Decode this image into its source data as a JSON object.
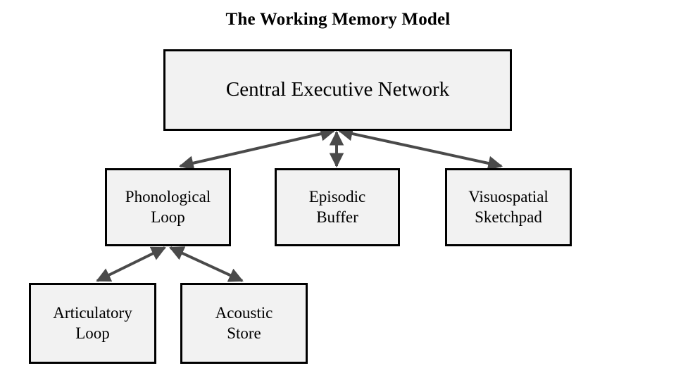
{
  "title": "The Working Memory Model",
  "colors": {
    "background": "#ffffff",
    "node_fill": "#f2f2f2",
    "node_border": "#000000",
    "edge": "#4a4a4a",
    "text": "#000000"
  },
  "nodes": {
    "central_executive": {
      "label": "Central Executive Network"
    },
    "phonological_loop": {
      "label": "Phonological\nLoop"
    },
    "episodic_buffer": {
      "label": "Episodic\nBuffer"
    },
    "visuospatial": {
      "label": "Visuospatial\nSketchpad"
    },
    "articulatory_loop": {
      "label": "Articulatory\nLoop"
    },
    "acoustic_store": {
      "label": "Acoustic\nStore"
    }
  },
  "edges": [
    {
      "name": "central-executive-to-phonological-loop",
      "from": "central_executive",
      "to": "phonological_loop",
      "direction": "bidirectional"
    },
    {
      "name": "central-executive-to-episodic-buffer",
      "from": "central_executive",
      "to": "episodic_buffer",
      "direction": "bidirectional"
    },
    {
      "name": "central-executive-to-visuospatial",
      "from": "central_executive",
      "to": "visuospatial",
      "direction": "bidirectional"
    },
    {
      "name": "phonological-loop-to-articulatory-loop",
      "from": "phonological_loop",
      "to": "articulatory_loop",
      "direction": "bidirectional"
    },
    {
      "name": "phonological-loop-to-acoustic-store",
      "from": "phonological_loop",
      "to": "acoustic_store",
      "direction": "bidirectional"
    }
  ]
}
